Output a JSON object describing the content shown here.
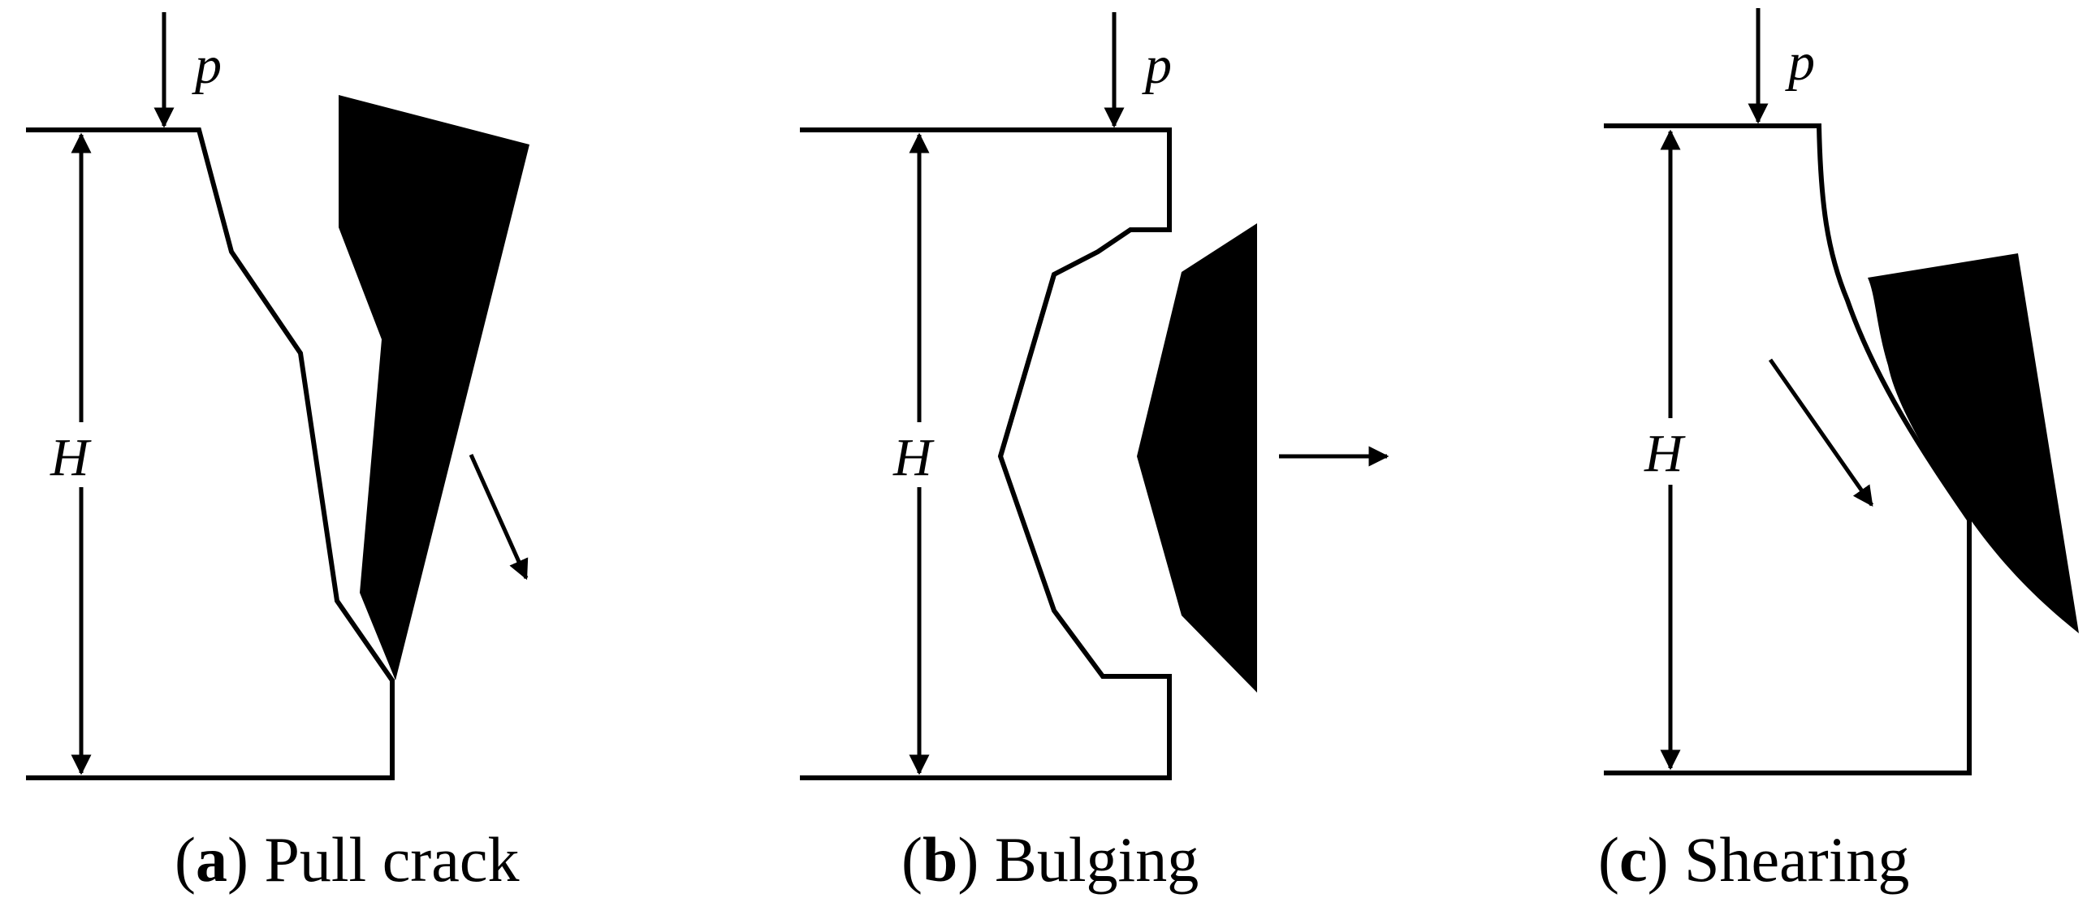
{
  "colors": {
    "line": "#000000",
    "fill": "#000000",
    "background": "#ffffff"
  },
  "panels": [
    {
      "id": "a",
      "load_label": "p",
      "height_label": "H",
      "caption": {
        "open": "(",
        "letter": "a",
        "close": ")",
        "text": " Pull crack"
      }
    },
    {
      "id": "b",
      "load_label": "p",
      "height_label": "H",
      "caption": {
        "open": "(",
        "letter": "b",
        "close": ")",
        "text": " Bulging"
      }
    },
    {
      "id": "c",
      "load_label": "p",
      "height_label": "H",
      "caption": {
        "open": "(",
        "letter": "c",
        "close": ")",
        "text": " Shearing"
      }
    }
  ]
}
